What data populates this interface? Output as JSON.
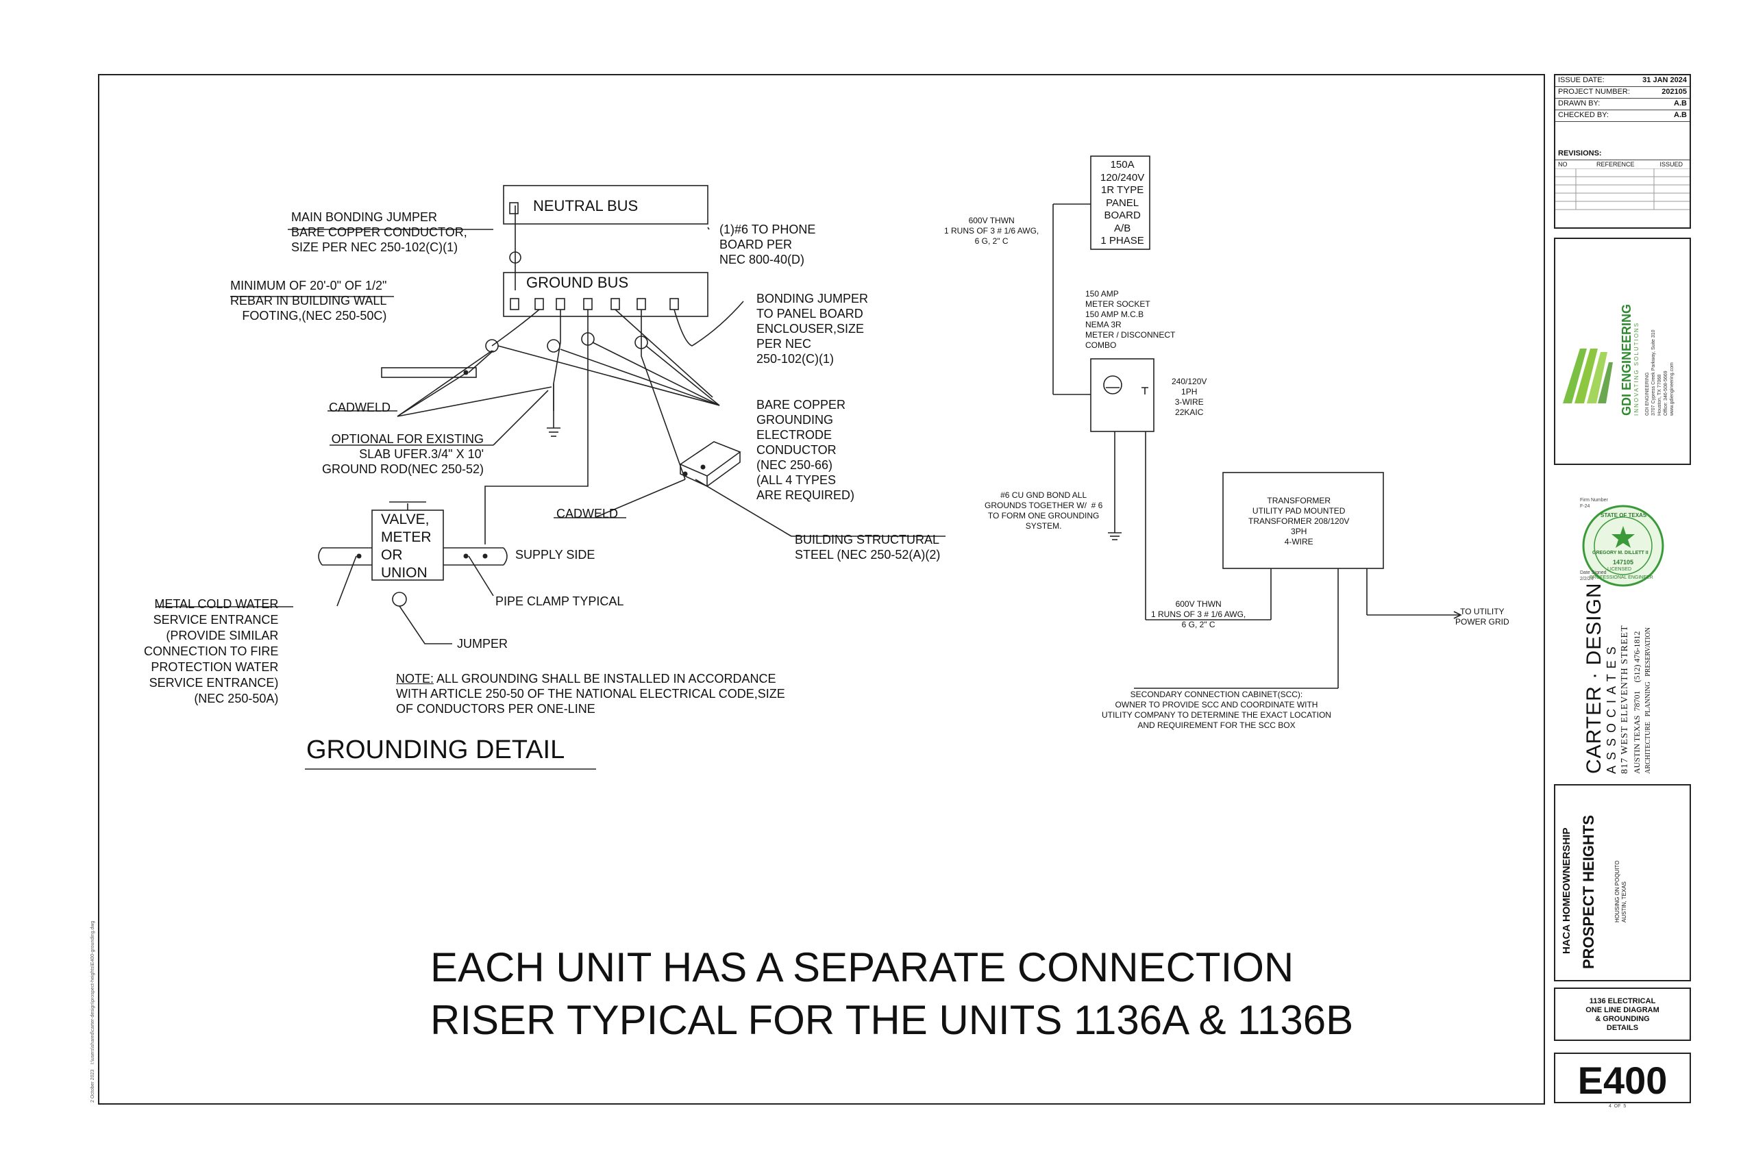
{
  "detail": {
    "neutral_bus": "NEUTRAL BUS",
    "ground_bus": "GROUND BUS",
    "main_bonding_jumper": "MAIN BONDING JUMPER\nBARE COPPER CONDUCTOR,\nSIZE PER NEC 250-102(C)(1)",
    "rebar": "MINIMUM OF 20'-0\" OF 1/2\"\nREBAR IN BUILDING WALL\nFOOTING,(NEC 250-50C)",
    "phone_board": "(1)#6 TO PHONE\nBOARD PER\nNEC 800-40(D)",
    "bonding_jumper_panel": "BONDING JUMPER\nTO PANEL BOARD\nENCLOUSER,SIZE\nPER NEC\n250-102(C)(1)",
    "cadweld_1": "CADWELD",
    "optional_existing": "OPTIONAL FOR EXISTING\nSLAB UFER.3/4\" X 10'\nGROUND ROD(NEC 250-52)",
    "bare_copper": "BARE COPPER\nGROUNDING\nELECTRODE\nCONDUCTOR\n(NEC 250-66)\n(ALL 4 TYPES\nARE REQUIRED)",
    "cadweld_2": "CADWELD",
    "valve": "VALVE,\nMETER\nOR\nUNION",
    "supply_side": "SUPPLY SIDE",
    "building_steel": "BUILDING STRUCTURAL\nSTEEL (NEC 250-52(A)(2)",
    "pipe_clamp": "PIPE CLAMP TYPICAL",
    "metal_cold_water": "METAL COLD WATER\nSERVICE ENTRANCE\n(PROVIDE SIMILAR\nCONNECTION TO FIRE\nPROTECTION WATER\nSERVICE ENTRANCE)\n(NEC 250-50A)",
    "jumper": "JUMPER",
    "note_prefix": "NOTE:",
    "note_body": " ALL GROUNDING SHALL BE INSTALLED IN ACCORDANCE\nWITH ARTICLE 250-50 OF THE NATIONAL ELECTRICAL CODE,SIZE\nOF CONDUCTORS PER ONE-LINE",
    "title": "GROUNDING DETAIL"
  },
  "one_line": {
    "panel_board": "150A\n120/240V\n1R TYPE\nPANEL\nBOARD\nA/B\n1 PHASE",
    "feeder_top": "600V THWN\n1 RUNS OF 3 # 1/6 AWG,\n6 G, 2\" C",
    "meter_socket": "150 AMP\nMETER SOCKET\n150 AMP M.C.B\nNEMA 3R\nMETER / DISCONNECT\nCOMBO",
    "meter_rating": "240/120V\n1PH\n3-WIRE\n22KAIC",
    "gnd_bond": "#6 CU GND BOND ALL\nGROUNDS TOGETHER W/  # 6\nTO FORM ONE GROUNDING\nSYSTEM.",
    "transformer": "TRANSFORMER\nUTILITY PAD MOUNTED\nTRANSFORMER 208/120V\n3PH\n4-WIRE",
    "feeder_bottom": "600V THWN\n1 RUNS OF 3 # 1/6 AWG,\n6 G, 2\" C",
    "utility_grid": "TO UTILITY\nPOWER GRID",
    "secondary_cabinet": "SECONDARY CONNECTION CABINET(SCC):\nOWNER TO PROVIDE SCC AND COORDINATE WITH\nUTILITY COMPANY TO DETERMINE THE EXACT LOCATION\nAND REQUIREMENT FOR THE SCC BOX"
  },
  "banner": {
    "line1": "EACH UNIT HAS A SEPARATE CONNECTION",
    "line2": "RISER TYPICAL FOR THE UNITS 1136A & 1136B"
  },
  "title_block": {
    "issue_date_label": "ISSUE DATE:",
    "issue_date": "31 JAN 2024",
    "project_number_label": "PROJECT NUMBER:",
    "project_number": "202105",
    "drawn_by_label": "DRAWN BY:",
    "drawn_by": "A.B",
    "checked_by_label": "CHECKED BY:",
    "checked_by": "A.B",
    "revisions_label": "REVISIONS:",
    "rev_cols": [
      "NO",
      "REFERENCE",
      "ISSUED"
    ],
    "engineer_name": "GDI ENGINEERING",
    "engineer_tagline": "INNOVATING SOLUTIONS",
    "engineer_address": "GDI ENGINEERING\n3707 Cypress Creek Parkway, Suite 310\nHouston, TX 77068\nOffice: 346-508-5669\nwww.gdiengineering.com",
    "seal_state": "STATE OF TEXAS",
    "seal_name": "GREGORY M. DILLETT II",
    "seal_number": "147105",
    "seal_licensed": "LICENSED",
    "seal_prof": "PROFESSIONAL ENGINEER",
    "firm_number": "Firm Number\nF-24",
    "seal_date": "Date Signed\n2/2/24",
    "architect_name": "CARTER · DESIGN",
    "architect_assoc": "ASSOCIATES",
    "architect_street": "817 WEST ELEVENTH STREET",
    "architect_city": "AUSTIN TEXAS  78701    (512) 476-1812",
    "architect_services": "ARCHITECTURE   PLANNING   PRESERVATION",
    "client": "HACA HOMEOWNERSHIP",
    "project": "PROSPECT HEIGHTS",
    "project_sub": "HOUSING ON POQUITO\nAUSTIN, TEXAS",
    "sheet_title": "1136 ELECTRICAL\nONE LINE DIAGRAM\n& GROUNDING\nDETAILS",
    "sheet_number": "E400",
    "sheet_of": "4  OF  5"
  },
  "margin_note": "2 October 2023    I:\\users\\shared\\carter-design\\prospect-heights\\E400-grounding.dwg"
}
